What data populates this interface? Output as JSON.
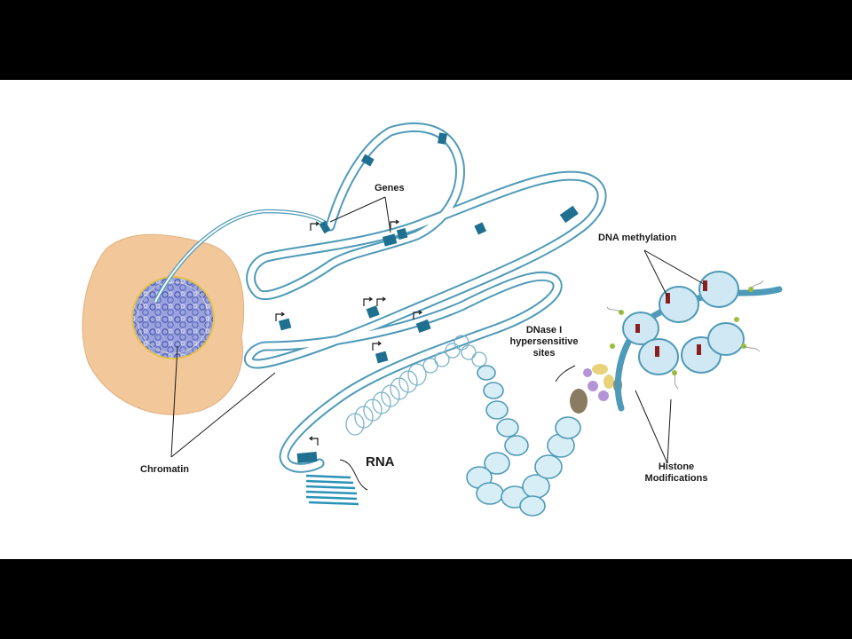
{
  "labels": {
    "genes": "Genes",
    "chromatin": "Chromatin",
    "rna": "RNA",
    "dna_methylation": "DNA methylation",
    "dnase_line1": "DNase I",
    "dnase_line2": "hypersensitive",
    "dnase_line3": "sites",
    "histone_line1": "Histone",
    "histone_line2": "Modifications"
  },
  "colors": {
    "background": "#000000",
    "panel": "#ffffff",
    "cell": "#f2c79a",
    "nucleus": "#7f86c9",
    "strand": "#4f9ab8",
    "strand_fill": "#d8eef6",
    "gene_band": "#1f7090",
    "methylation": "#8b1f1f",
    "modification": "#9bbf3a"
  },
  "icons": {
    "transcription_start": "bent-arrow-icon",
    "nucleosome": "coil-icon",
    "protein_complex": "blob-icon"
  }
}
